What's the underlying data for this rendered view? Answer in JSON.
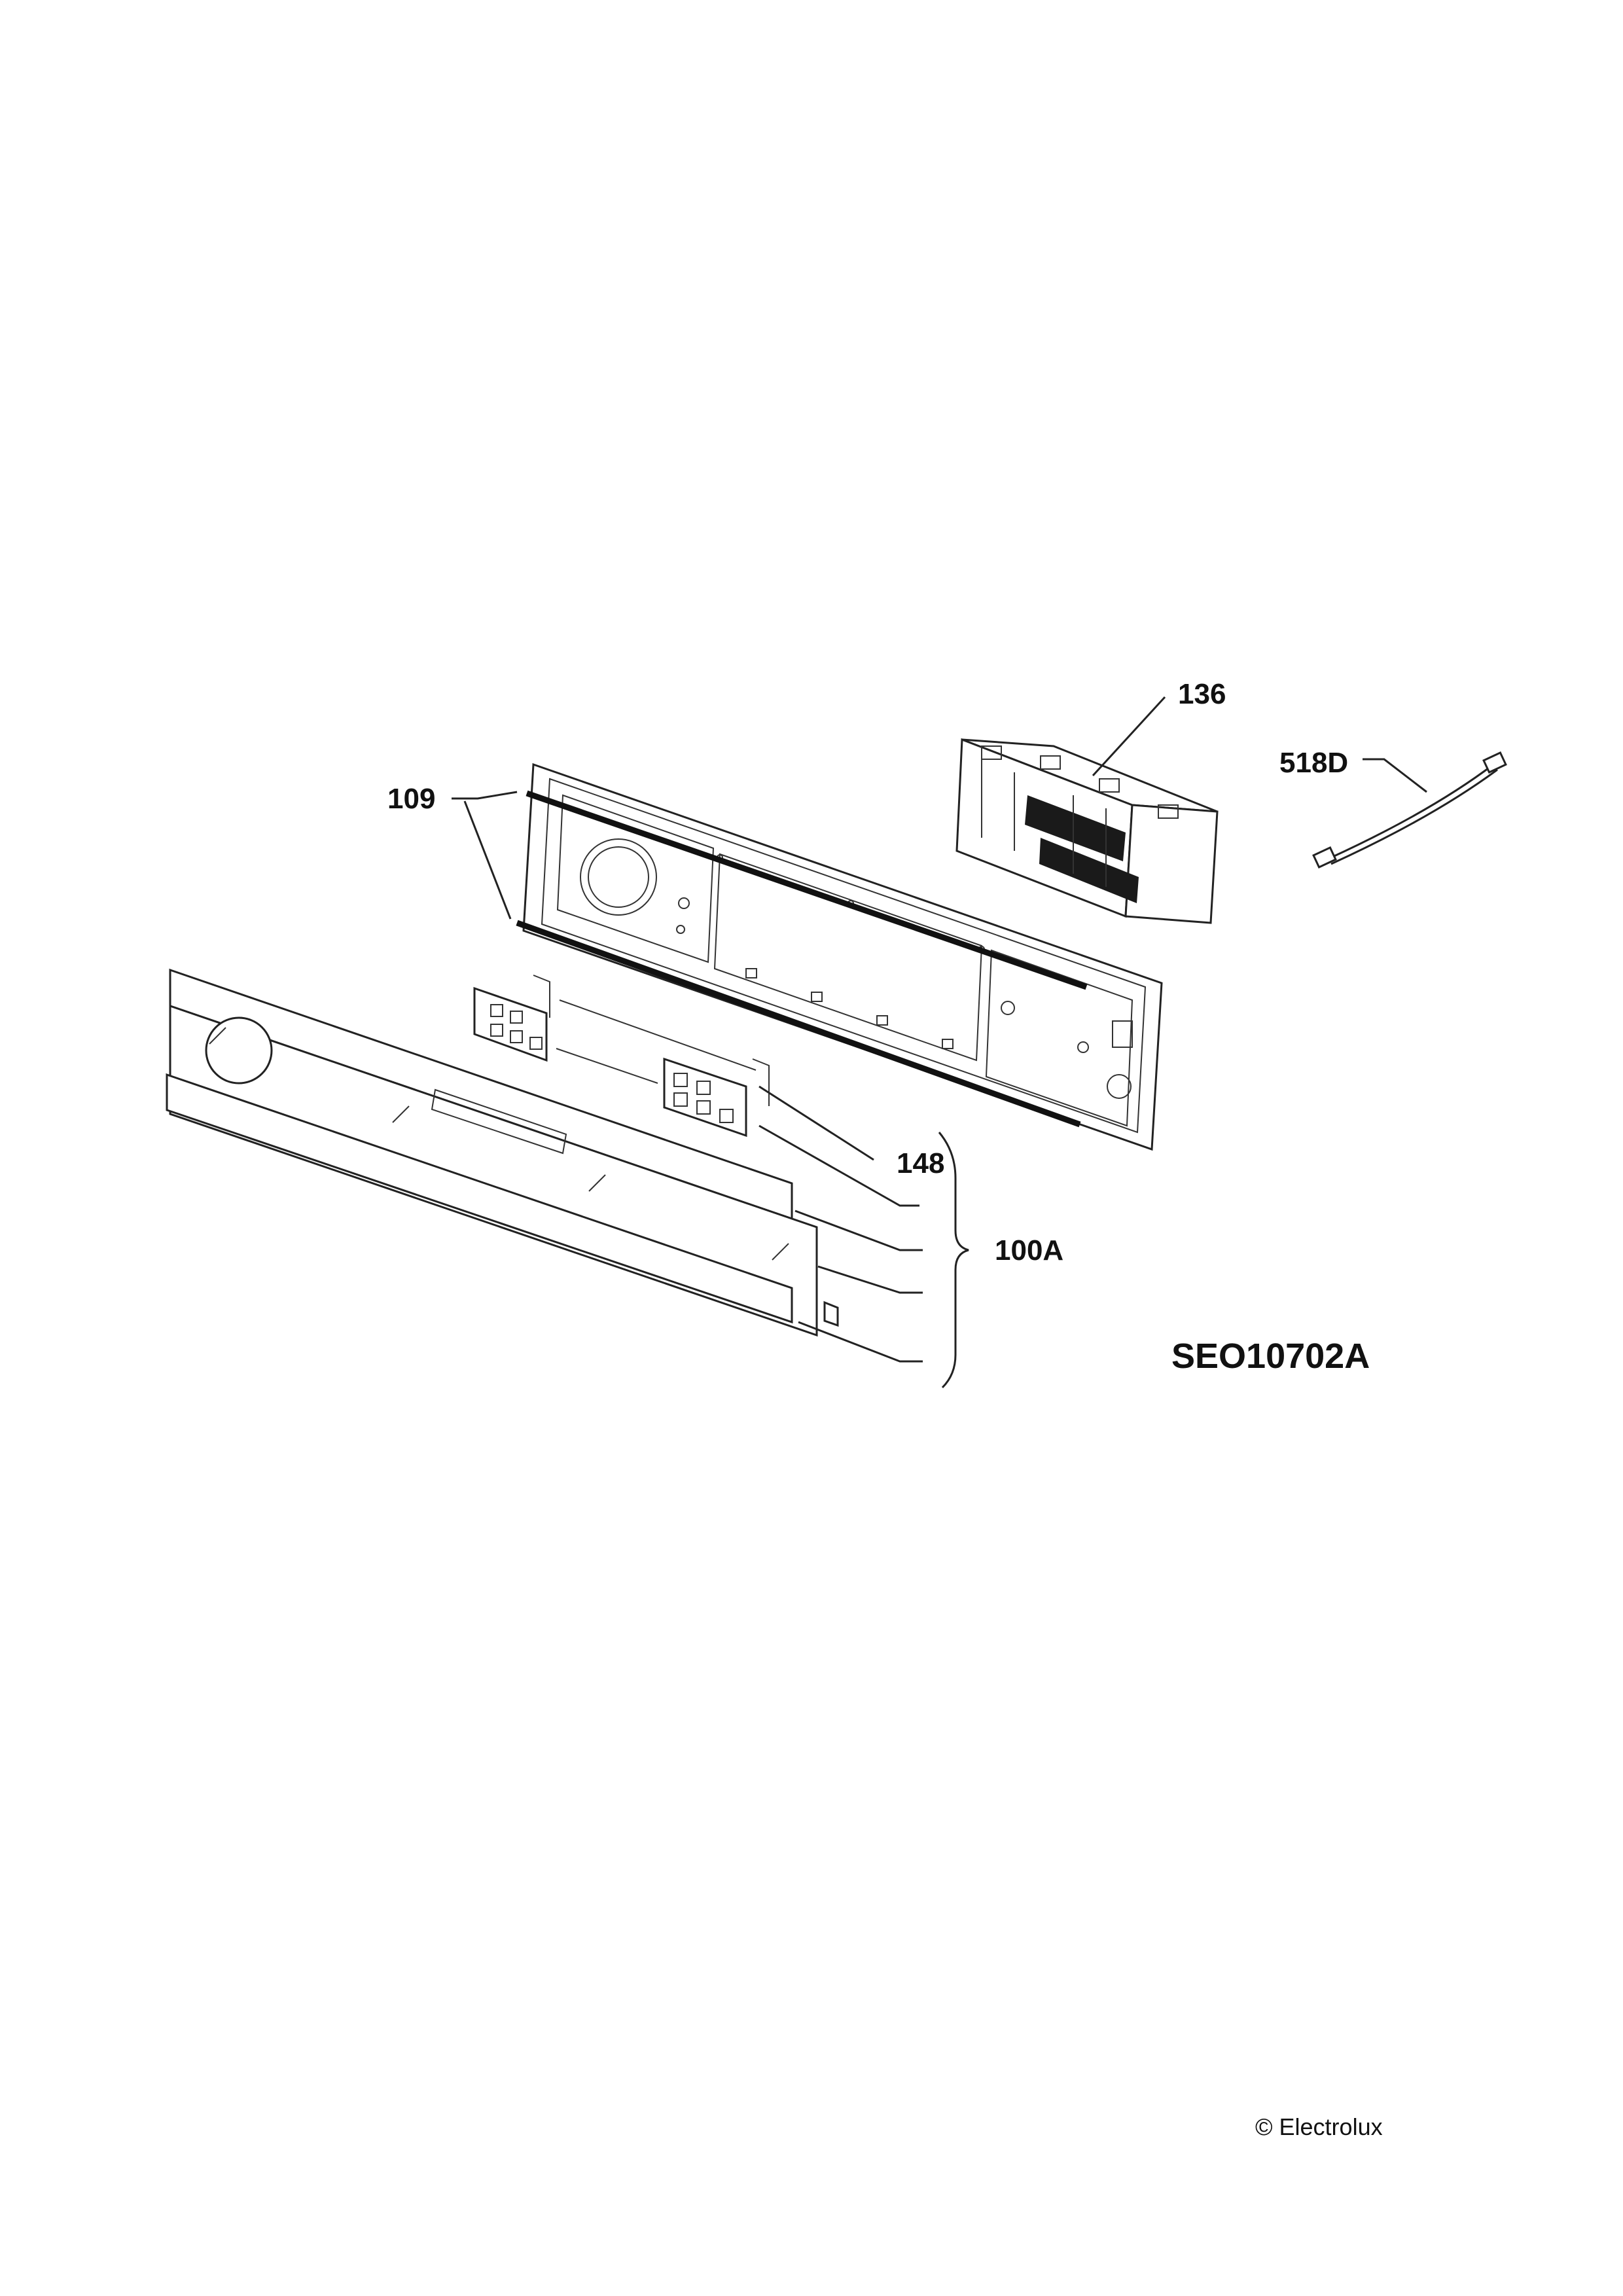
{
  "diagram": {
    "callouts": {
      "p136": "136",
      "p518d": "518D",
      "p109": "109",
      "p148": "148",
      "p100a": "100A"
    },
    "drawing_code": "SEO10702A",
    "copyright": "© Electrolux"
  },
  "colors": {
    "line": "#222222",
    "background": "#ffffff"
  }
}
